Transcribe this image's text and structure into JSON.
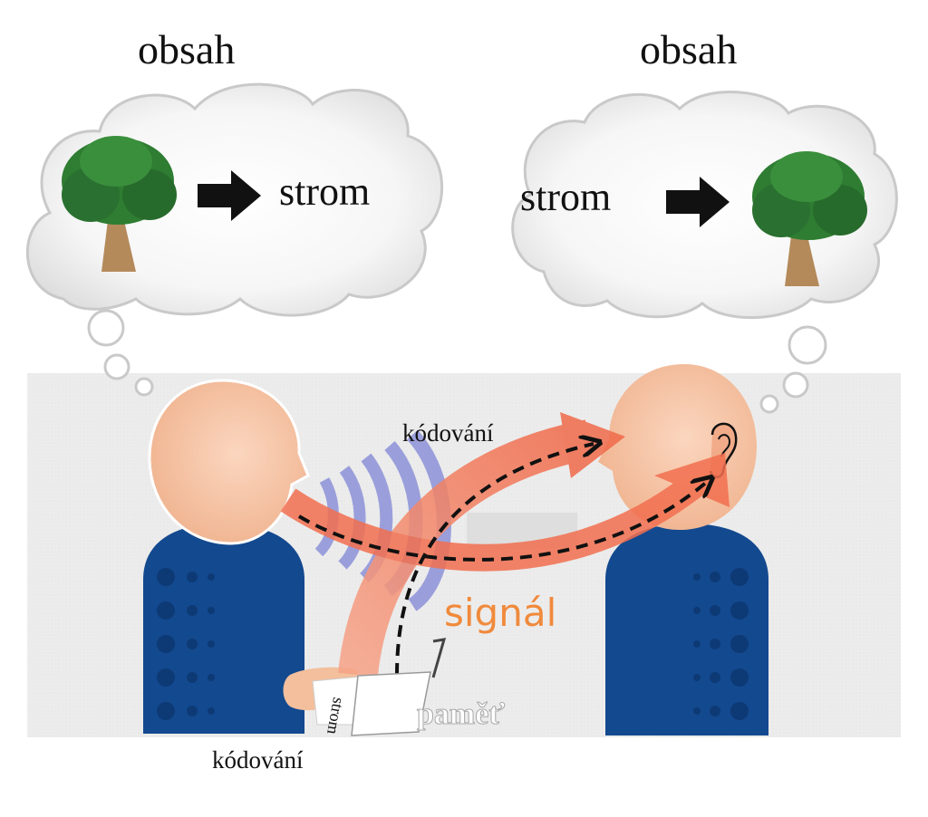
{
  "left_cloud": {
    "title": "obsah",
    "word": "strom"
  },
  "right_cloud": {
    "title": "obsah",
    "word": "strom"
  },
  "labels": {
    "encoding_top": "kódování",
    "signal": "signál",
    "memory": "paměť",
    "paper_word": "strom",
    "encoding_bottom": "kódování"
  },
  "colors": {
    "background_panel": "#ebebeb",
    "skin": "#f3bf9c",
    "shirt": "#13498f",
    "signal_arrow": "#f26f4f",
    "sound_waves": "#7f86d6",
    "tree_foliage": "#2e7d32",
    "tree_trunk": "#b48a5a",
    "signal_text": "#f08a3c"
  },
  "icons": [
    "tree-icon",
    "arrow-right-icon",
    "ear-icon"
  ]
}
